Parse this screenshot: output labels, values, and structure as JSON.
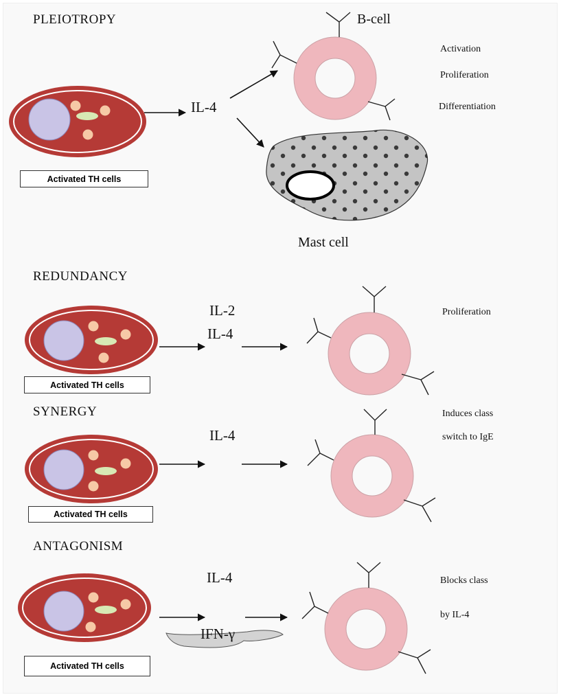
{
  "colors": {
    "th_cell_fill": "#b53a36",
    "nucleus": "#c9c4e6",
    "granule": "#f6c9a6",
    "mitochondrion": "#d7e9b4",
    "b_cell": "#efb7bd",
    "mast_cell": "#c4c4c4"
  },
  "sections": {
    "pleiotropy": {
      "title": "PLEIOTROPY",
      "th_label": "Activated TH cells",
      "cytokine": "IL-4",
      "b_cell_label": "B-cell",
      "mast_cell_label": "Mast cell",
      "effects": [
        "Activation",
        "Proliferation",
        "Differentiation"
      ]
    },
    "redundancy": {
      "title": "REDUNDANCY",
      "th_label": "Activated TH cells",
      "cytokines": [
        "IL-2",
        "IL-4"
      ],
      "effect": "Proliferation"
    },
    "synergy": {
      "title": "SYNERGY",
      "th_label": "Activated TH cells",
      "cytokine": "IL-4",
      "effect_lines": [
        "Induces class",
        "switch to IgE"
      ]
    },
    "antagonism": {
      "title": "ANTAGONISM",
      "th_label": "Activated TH cells",
      "cytokine": "IL-4",
      "inhibitor": "IFN-γ",
      "effect_lines": [
        "Blocks class",
        "by IL-4"
      ]
    }
  }
}
